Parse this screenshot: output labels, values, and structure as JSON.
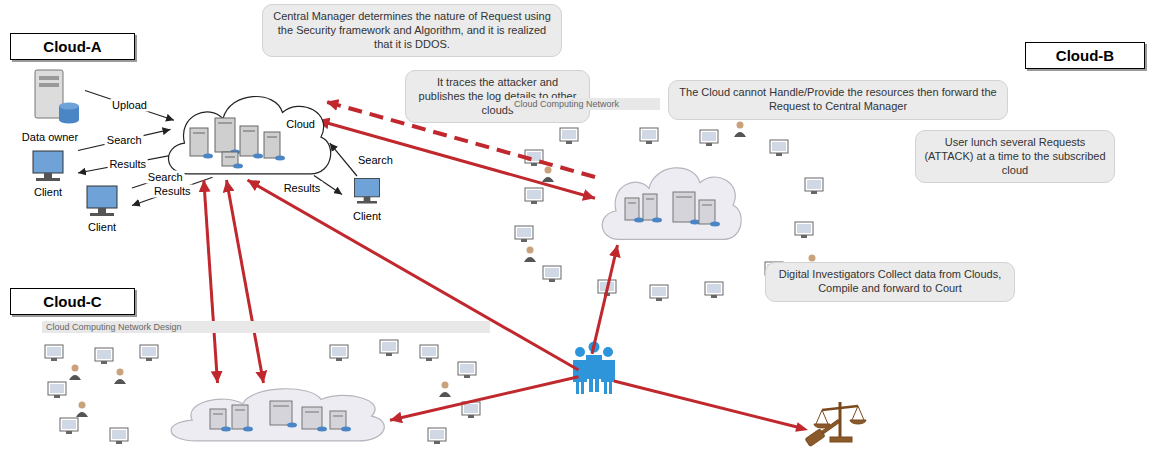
{
  "diagram": {
    "nodes": [
      {
        "text": [
          "Cloud-A"
        ]
      },
      {
        "text": [
          "Central Manager determines the nature of Request using the Security framework and Algorithm, and it is realized that it is DDOS."
        ]
      },
      {
        "text": [
          "Cloud"
        ]
      },
      {
        "text": [
          "Data owner"
        ]
      },
      {
        "text": [
          "Client"
        ]
      },
      {
        "text": [
          "Client"
        ]
      },
      {
        "text": [
          "Client"
        ]
      },
      {
        "text": [
          "It traces the attacker and publishes the log details to other clouds"
        ]
      },
      {
        "text": [
          "The Cloud cannot Handle/Provide the resources then forward the Request to Central Manager"
        ]
      },
      {
        "text": [
          "Cloud-B"
        ]
      },
      {
        "text": [
          "User lunch several Requests (ATTACK) at a time to the subscribed cloud"
        ]
      },
      {
        "text": [
          "Cloud Computing Network"
        ]
      },
      {
        "text": [
          "Cloud-C"
        ]
      },
      {
        "text": [
          "Cloud Computing Network Design"
        ]
      },
      {
        "text": [
          "Digital Investigators Collect data from Clouds, Compile and forward to Court"
        ]
      }
    ],
    "edges": [
      {
        "from": 3,
        "to": 2,
        "arrow": "to",
        "label": "Upload"
      },
      {
        "from": 4,
        "to": 2,
        "arrow": "to",
        "label": "Search"
      },
      {
        "from": 2,
        "to": 4,
        "arrow": "to",
        "label": "Results"
      },
      {
        "from": 5,
        "to": 2,
        "arrow": "to",
        "label": "Search"
      },
      {
        "from": 2,
        "to": 5,
        "arrow": "to",
        "label": "Results"
      },
      {
        "from": 6,
        "to": 2,
        "arrow": "to",
        "label": "Search"
      },
      {
        "from": 2,
        "to": 6,
        "arrow": "to",
        "label": "Results"
      },
      {
        "from": 2,
        "to": 13,
        "arrow": "both"
      },
      {
        "from": 2,
        "to": 13,
        "arrow": "both"
      },
      {
        "from": 2,
        "to": 11,
        "arrow": "both"
      },
      {
        "from": 11,
        "to": 2,
        "arrow": "to"
      },
      {
        "from": 14,
        "to": 2,
        "arrow": "to"
      },
      {
        "from": 14,
        "to": 11,
        "arrow": "to"
      },
      {
        "from": 14,
        "to": 13,
        "arrow": "to"
      }
    ]
  }
}
